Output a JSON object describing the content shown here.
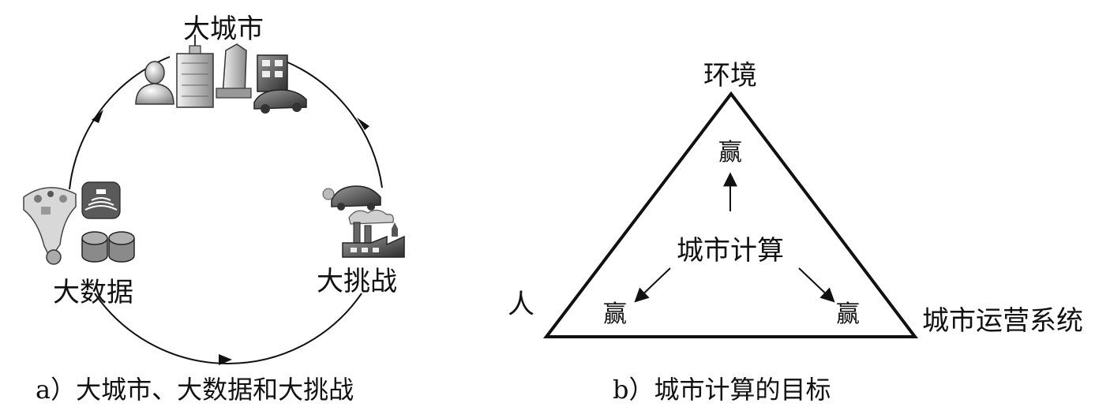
{
  "panel_a": {
    "top_label": "大城市",
    "left_label": "大数据",
    "right_label": "大挑战",
    "caption": "a）大城市、大数据和大挑战"
  },
  "panel_b": {
    "top_label": "环境",
    "left_label": "人",
    "right_label": "城市运营系统",
    "center_label": "城市计算",
    "win_top": "赢",
    "win_left": "赢",
    "win_right": "赢",
    "caption": "b）城市计算的目标"
  },
  "icons": {
    "city": [
      "person-icon",
      "skyscraper-icon",
      "tower-icon",
      "building-icon",
      "car-icon"
    ],
    "data": [
      "data-funnel-icon",
      "sensor-icon",
      "database-icon"
    ],
    "challenge": [
      "traffic-car-icon",
      "factory-pollution-icon"
    ]
  }
}
